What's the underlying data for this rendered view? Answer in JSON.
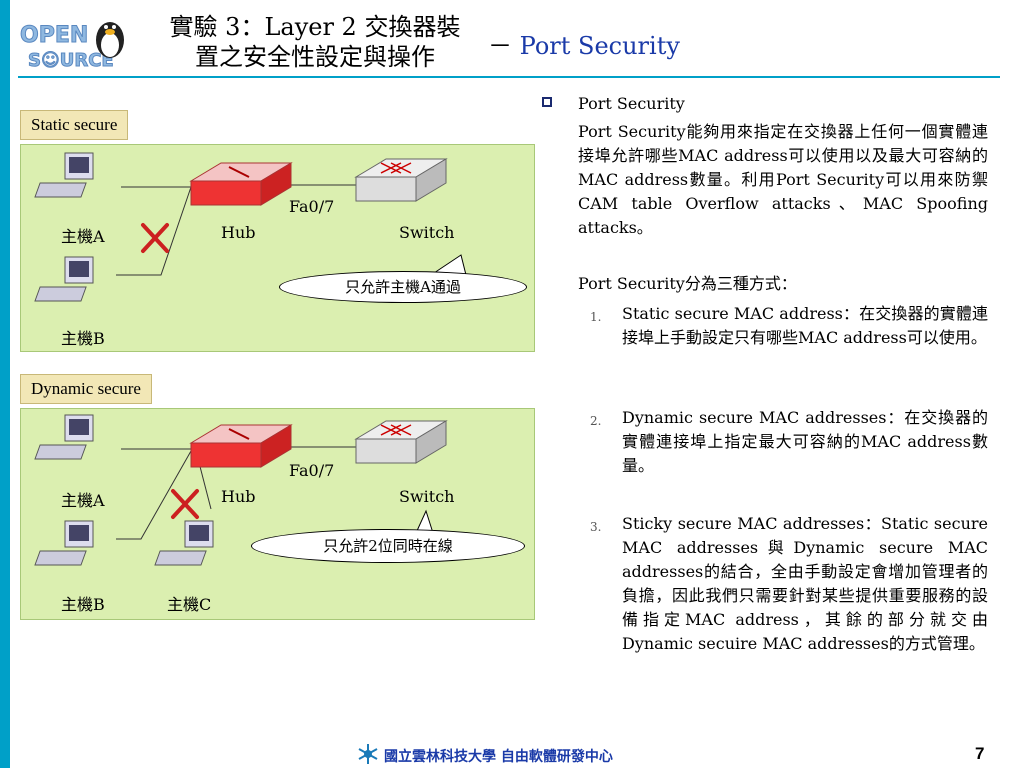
{
  "header": {
    "title": "實驗 3：Layer 2 交換器裝置之安全性設定與操作",
    "title_line1": "實驗 3：Layer 2 交換器裝",
    "title_line2": "置之安全性設定與操作",
    "dash": "－",
    "subtitle": "Port Security",
    "logo_text": "OPEN SOURCE"
  },
  "diagram1": {
    "tag": "Static secure",
    "host_a": "主機A",
    "host_b": "主機B",
    "hub": "Hub",
    "switch": "Switch",
    "port": "Fa0/7",
    "callout": "只允許主機A通過"
  },
  "diagram2": {
    "tag": "Dynamic secure",
    "host_a": "主機A",
    "host_b": "主機B",
    "host_c": "主機C",
    "hub": "Hub",
    "switch": "Switch",
    "port": "Fa0/7",
    "callout": "只允許2位同時在線"
  },
  "content": {
    "heading": "Port Security",
    "para1": "Port Security能夠用來指定在交換器上任何一個實體連接埠允許哪些MAC address可以使用以及最大可容納的MAC address數量。利用Port Security可以用來防禦CAM table Overflow attacks、MAC Spoofing attacks。",
    "para2": "Port Security分為三種方式：",
    "items": [
      {
        "num": "1.",
        "text": "Static secure MAC address：在交換器的實體連接埠上手動設定只有哪些MAC address可以使用。"
      },
      {
        "num": "2.",
        "text": "Dynamic secure MAC addresses：在交換器的實體連接埠上指定最大可容納的MAC address數量。"
      },
      {
        "num": "3.",
        "text": "Sticky secure MAC addresses：Static secure MAC addresses與Dynamic secure MAC addresses的結合，全由手動設定會增加管理者的負擔，因此我們只需要針對某些提供重要服務的設備指定MAC address，其餘的部分就交由Dynamic secuire MAC addresses的方式管理。"
      }
    ]
  },
  "footer": {
    "school": "國立雲林科技大學 自由軟體研發中心",
    "page": "7"
  },
  "colors": {
    "accent": "#00a0c8",
    "panel": "#dbefb0",
    "tag": "#f2e7b6",
    "link": "#1a3aa8",
    "cross": "#cc2020"
  }
}
